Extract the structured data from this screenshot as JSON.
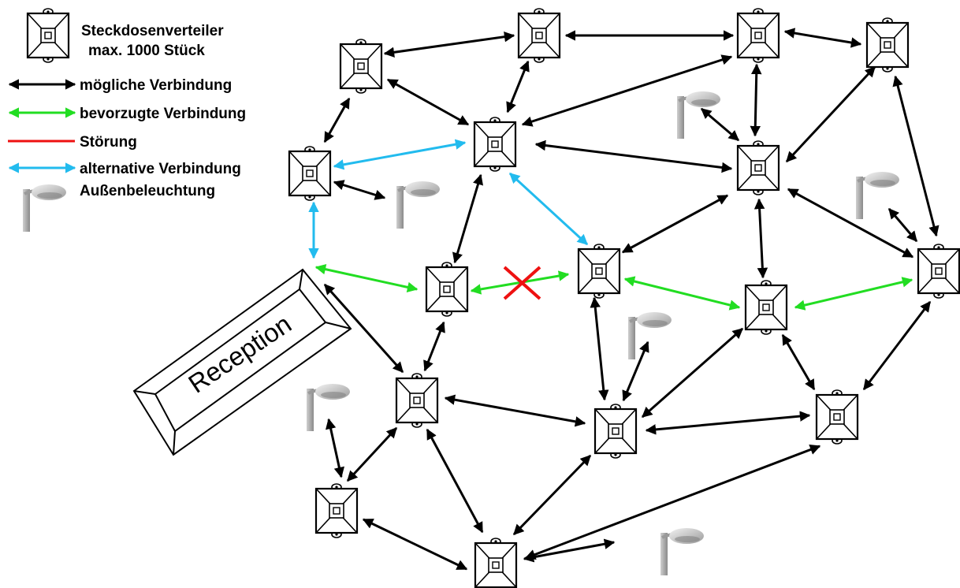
{
  "legend": {
    "distributor_label_1": "Steckdosenverteiler",
    "distributor_label_2": "max. 1000 Stück",
    "possible": "mögliche Verbindung",
    "preferred": "bevorzugte Verbindung",
    "fault": "Störung",
    "alternative": "alternative Verbindung",
    "lighting": "Außenbeleuchtung"
  },
  "reception_label": "Reception",
  "colors": {
    "possible": "#000000",
    "preferred": "#22dd22",
    "fault": "#ee1111",
    "alternative": "#22bbee"
  }
}
